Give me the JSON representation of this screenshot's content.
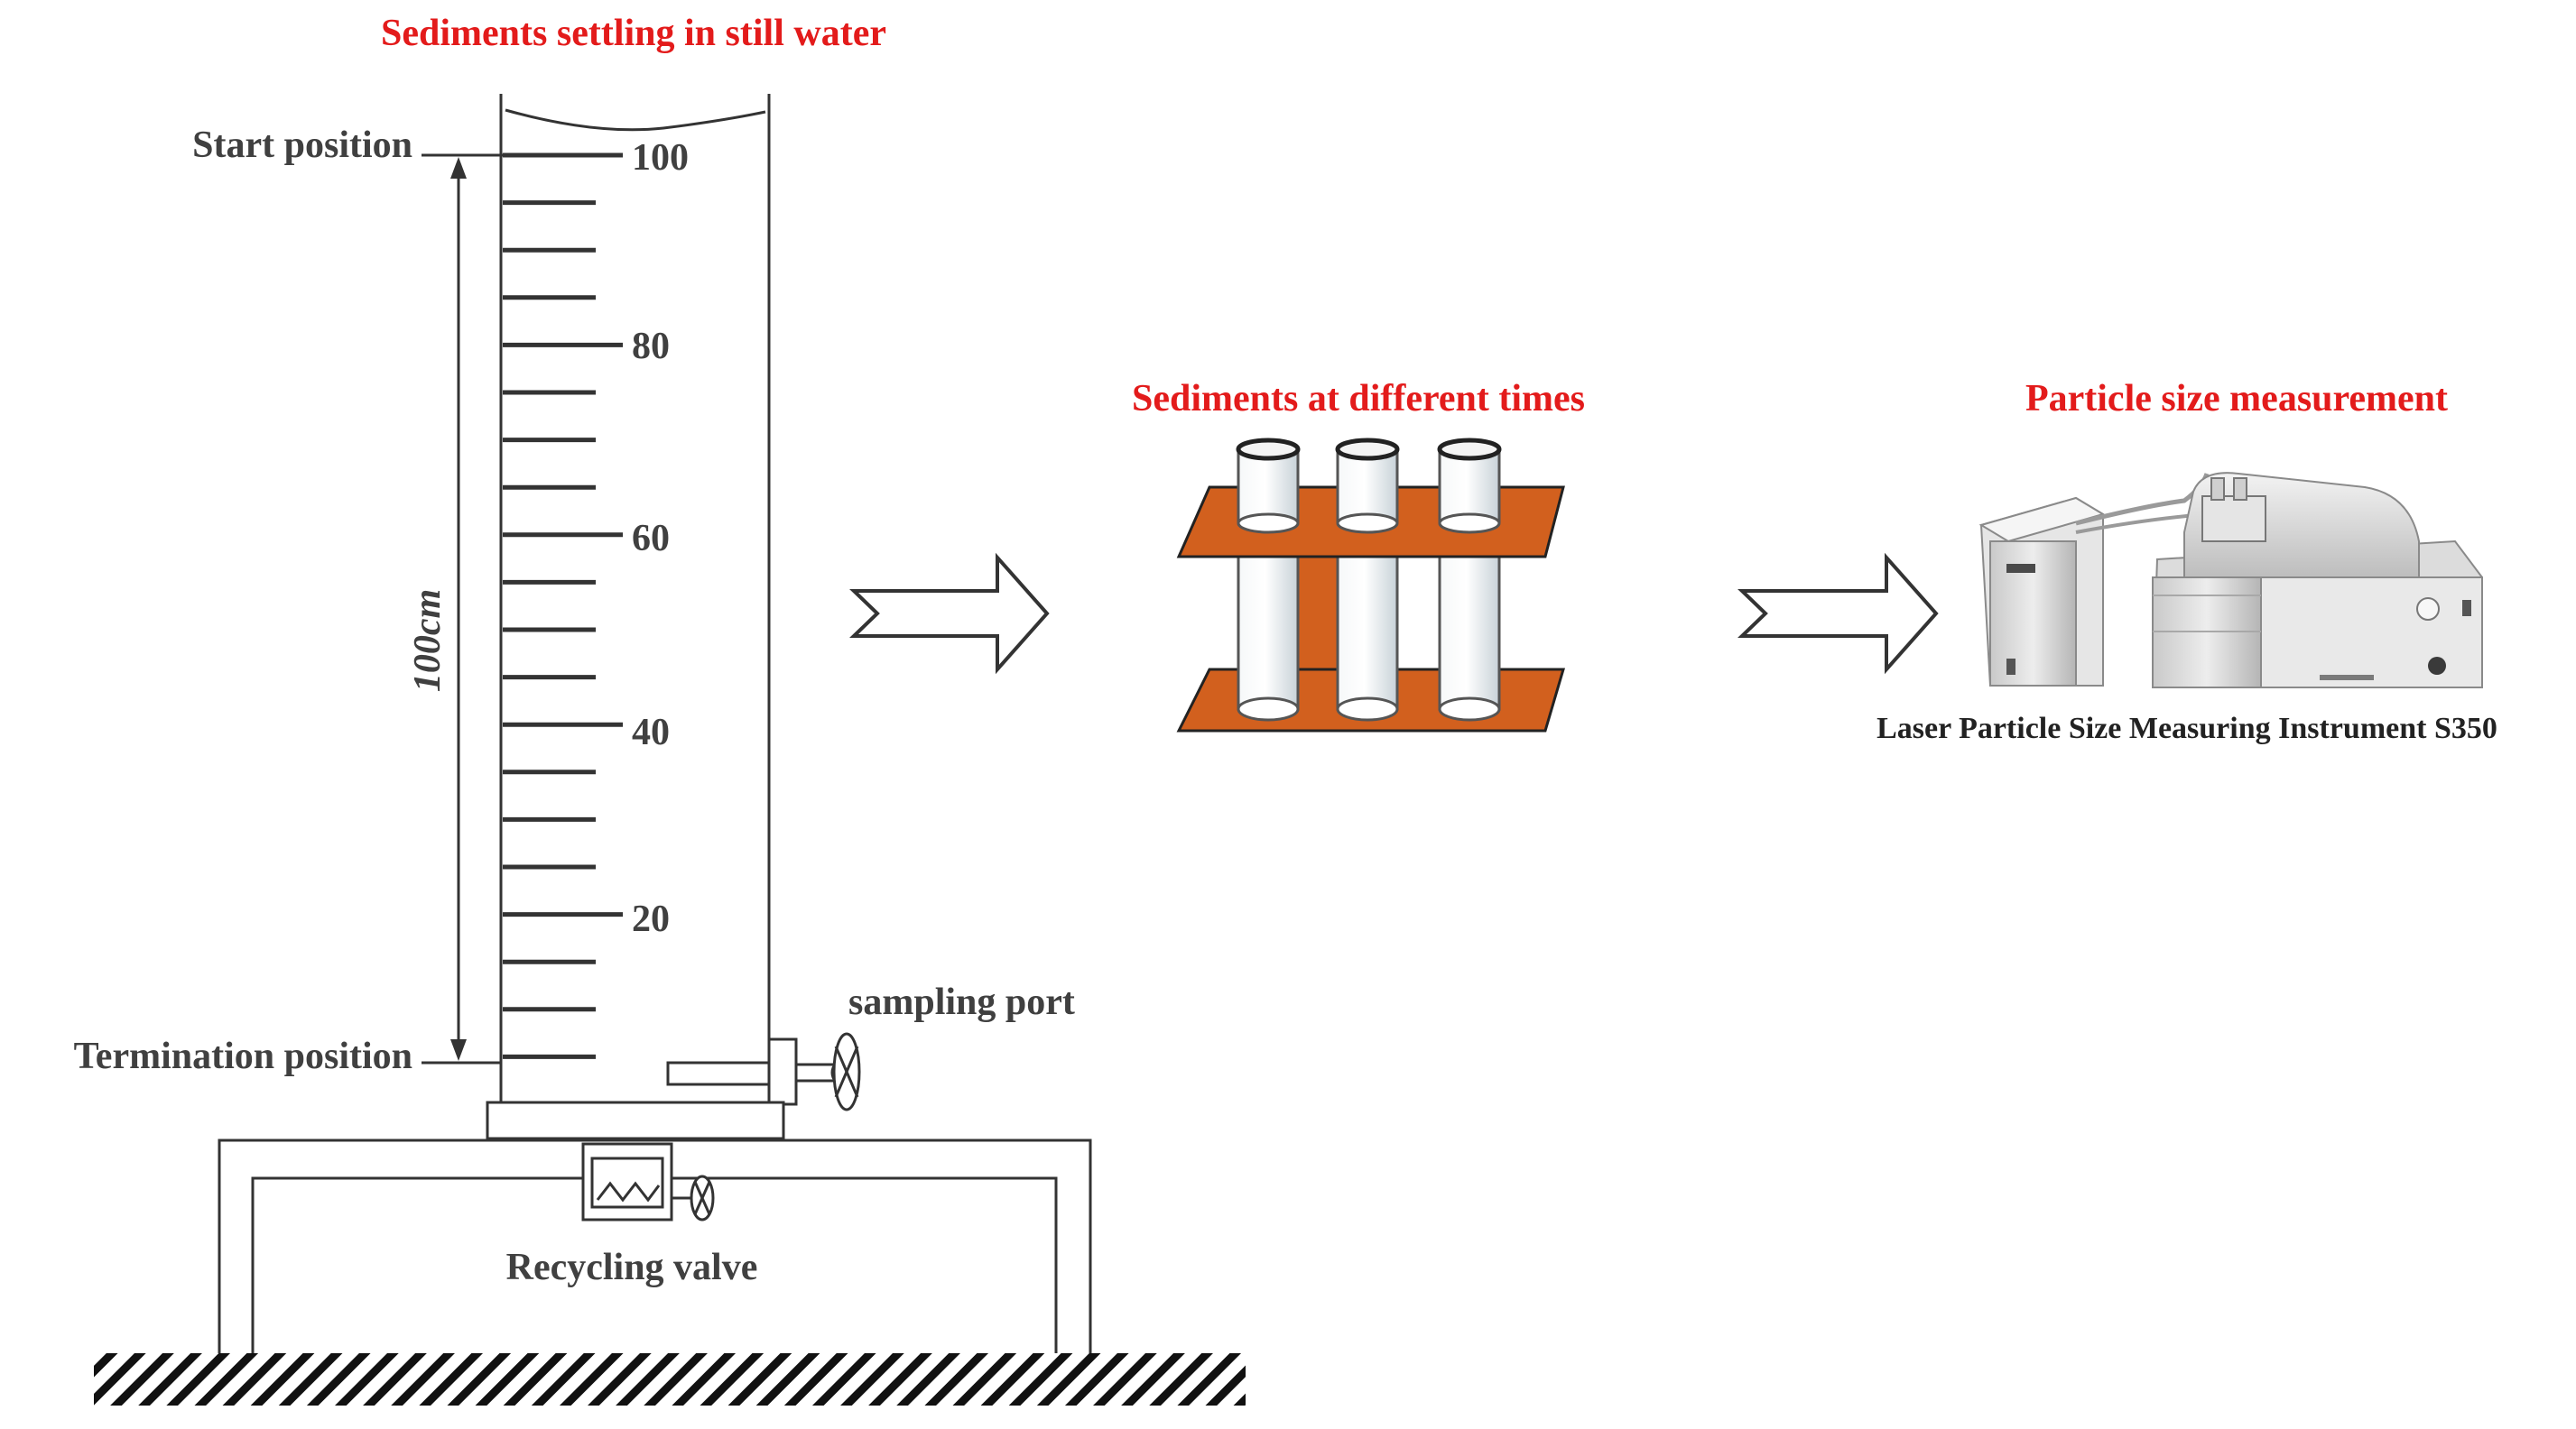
{
  "colors": {
    "title": "#e31b1b",
    "label": "#404040",
    "line": "#333333",
    "rack": "#d2601e",
    "tube_glass": "#dfe6ea"
  },
  "stage1": {
    "title": "Sediments settling in still water",
    "start_label": "Start position",
    "termination_label": "Termination position",
    "height_label": "100cm",
    "scale_labels": [
      "100",
      "80",
      "60",
      "40",
      "20"
    ],
    "sampling_port_label": "sampling port",
    "recycling_valve_label": "Recycling valve"
  },
  "stage2": {
    "title": "Sediments at different times"
  },
  "stage3": {
    "title": "Particle size measurement",
    "instrument_label": "Laser Particle Size Measuring Instrument S350"
  },
  "icons": {
    "arrow": "hollow-right-arrow-icon",
    "valve": "valve-wheel-icon",
    "ground": "ground-hatch-icon"
  }
}
